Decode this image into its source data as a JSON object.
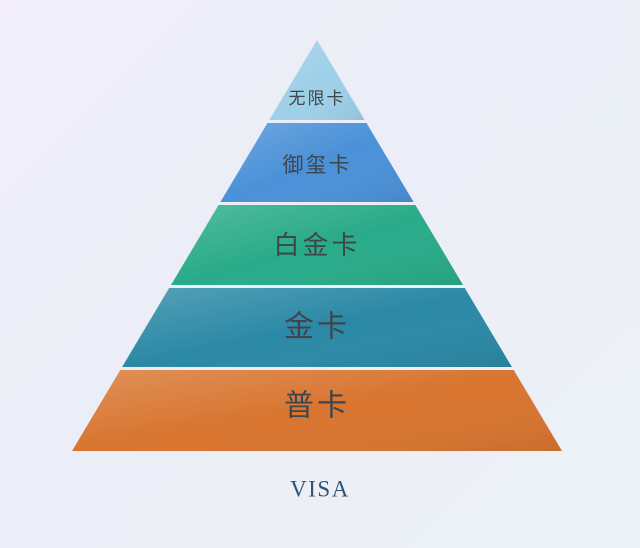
{
  "background_color": "#edf0f7",
  "pyramid": {
    "label_color": "#3f454c",
    "levels": [
      {
        "label": "无限卡",
        "color": "#9ed0e8"
      },
      {
        "label": "御玺卡",
        "color": "#4b91d8"
      },
      {
        "label": "白金卡",
        "color": "#29ab89"
      },
      {
        "label": "金卡",
        "color": "#2b89a6"
      },
      {
        "label": "普卡",
        "color": "#d87530"
      }
    ]
  },
  "footer": {
    "label": "VISA",
    "color": "#2d5377"
  }
}
